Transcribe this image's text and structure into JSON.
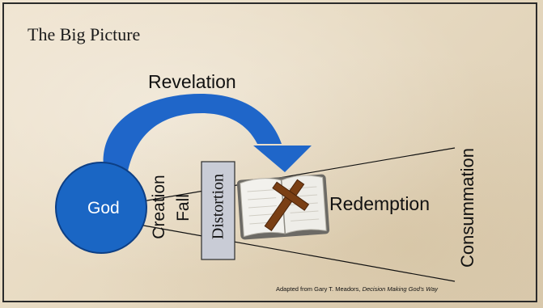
{
  "slide": {
    "title": "The Big Picture",
    "labels": {
      "revelation": "Revelation",
      "god": "God",
      "creation": "Creation",
      "fall": "Fall",
      "distortion": "Distortion",
      "redemption": "Redemption",
      "consummation": "Consummation"
    },
    "credit": {
      "prefix": "Adapted from Gary T. Meadors, ",
      "book": "Decision Making God's Way"
    },
    "colors": {
      "god_circle": "#1a66c4",
      "arrow": "#1f66c9",
      "distortion_box": "#c9ccd6",
      "background": "#e8dbc3"
    }
  }
}
